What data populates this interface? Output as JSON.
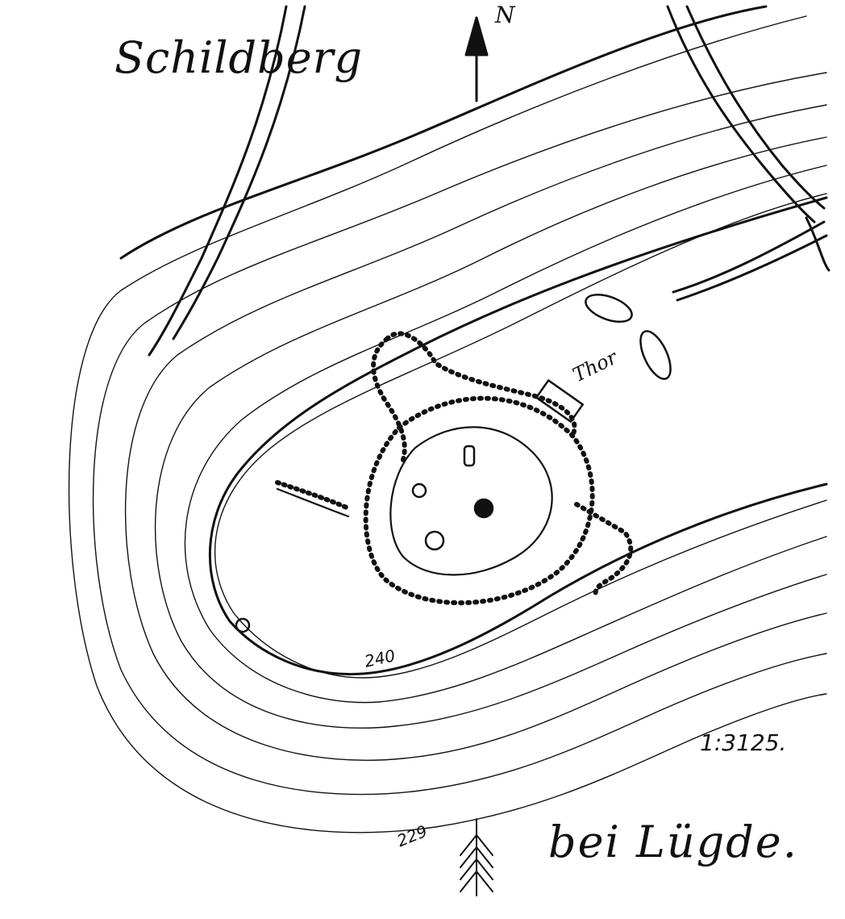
{
  "map": {
    "title_top": "Schildberg",
    "title_bottom": "bei Lügde.",
    "scale": "1:3125.",
    "gate_label": "Thor",
    "north_label": "N",
    "contours": {
      "upper": "240",
      "lower": "229"
    },
    "ink_color": "#111111",
    "paper_color": "#ffffff"
  }
}
